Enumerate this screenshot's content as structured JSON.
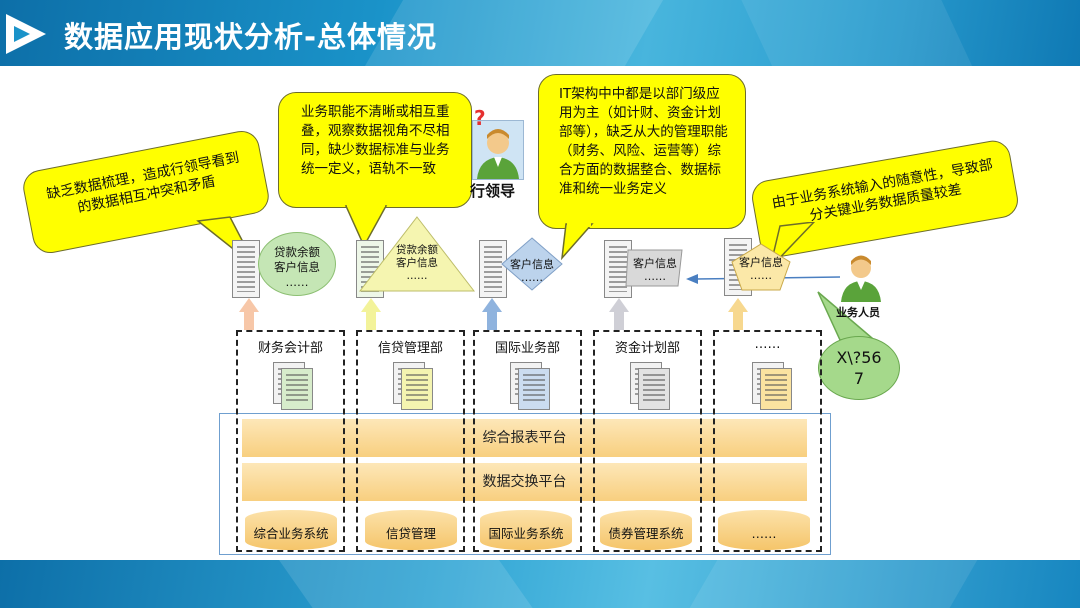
{
  "title": "数据应用现状分析-总体情况",
  "bubbles": {
    "b1": "缺乏数据梳理，造成行领导看到的数据相互冲突和矛盾",
    "b2": "业务职能不清晰或相互重叠，观察数据视角不尽相同，缺少数据标准与业务统一定义，语轨不一致",
    "b3": "IT架构中中都是以部门级应用为主（如计财、资金计划部等），缺乏从大的管理职能（财务、风险、运营等）综合方面的数据整合、数据标准和统一业务定义",
    "b4": "由于业务系统输入的随意性，导致部分关键业务数据质量较差",
    "b5_line1": "X\\?56",
    "b5_line2": "7"
  },
  "people": {
    "leader_label": "行领导",
    "leader_mark": "?",
    "staff_label": "业务人员"
  },
  "shapes": {
    "s1_line1": "贷款余额",
    "s1_line2": "客户信息",
    "s1_line3": "……",
    "s2_line1": "贷款余额",
    "s2_line2": "客户信息",
    "s2_line3": "……",
    "s3_line1": "客户信息",
    "s3_line2": "……",
    "s4_line1": "客户信息",
    "s4_line2": "……",
    "s5_line1": "客户信息",
    "s5_line2": "……"
  },
  "departments": [
    "财务会计部",
    "信贷管理部",
    "国际业务部",
    "资金计划部",
    "……"
  ],
  "platforms": {
    "report": "综合报表平台",
    "exchange": "数据交换平台"
  },
  "systems": [
    "综合业务系统",
    "信贷管理",
    "国际业务系统",
    "债券管理系统",
    "……"
  ],
  "colors": {
    "accent": "#1a93c9",
    "bubble": "#ffff00",
    "platform": "#f8cf7f",
    "arrow_blue": "#4a7fc1"
  }
}
